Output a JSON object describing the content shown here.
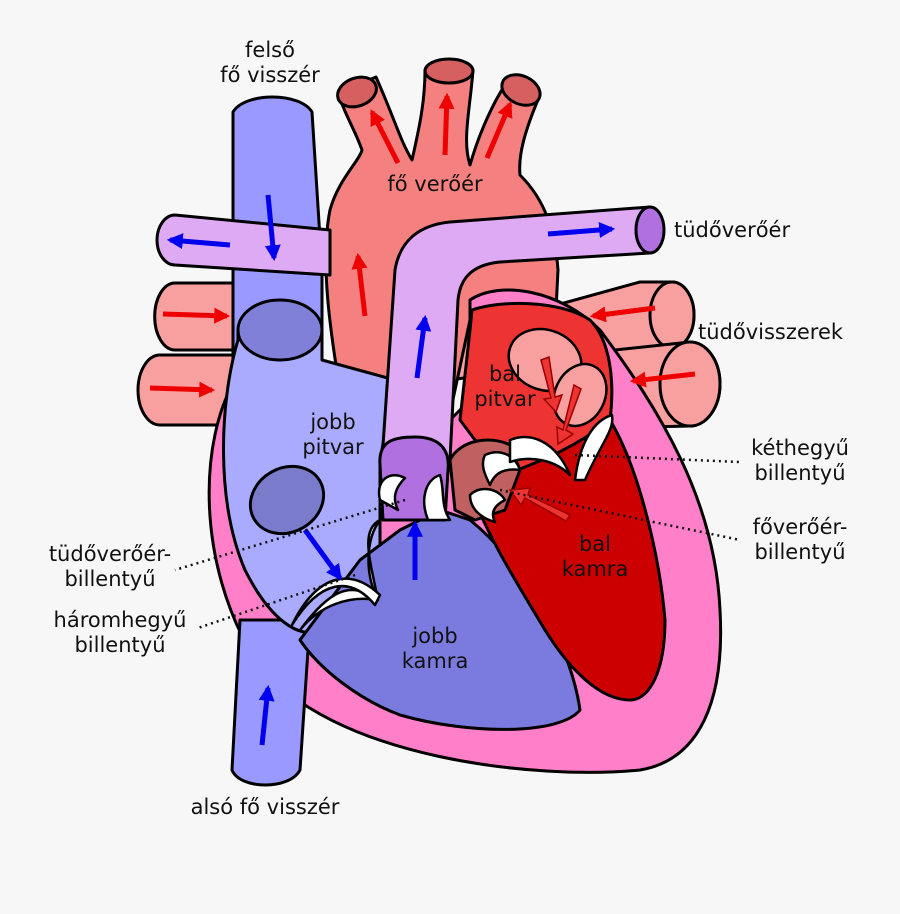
{
  "labels": {
    "superior_vena_cava": [
      "felső",
      "fő visszér"
    ],
    "aorta": "fő verőér",
    "pulmonary_artery": "tüdőverőér",
    "pulmonary_veins": "tüdővisszerek",
    "left_atrium": [
      "bal",
      "pitvar"
    ],
    "right_atrium": [
      "jobb",
      "pitvar"
    ],
    "mitral_valve": [
      "kéthegyű",
      "billentyű"
    ],
    "aortic_valve": [
      "főverőér-",
      "billentyű"
    ],
    "pulmonary_valve": [
      "tüdőverőér-",
      "billentyű"
    ],
    "tricuspid_valve": [
      "háromhegyű",
      "billentyű"
    ],
    "left_ventricle": [
      "bal",
      "kamra"
    ],
    "right_ventricle": [
      "jobb",
      "kamra"
    ],
    "inferior_vena_cava": "alsó fő visszér"
  },
  "colors": {
    "background": "#f7f7f7",
    "vena_cava": "#9999ff",
    "right_atrium": "#aaaaff",
    "right_ventricle": "#7b7bdf",
    "pulmonary_artery": "#dfaaf4",
    "aorta": "#f48080",
    "pulmonary_veins": "#f8a0a0",
    "left_atrium": "#ee3333",
    "left_ventricle": "#cc0000",
    "heart_wall": "#ff80c8",
    "deoxygenated_arrow": "#0000ee",
    "oxygenated_arrow": "#ee0000"
  }
}
